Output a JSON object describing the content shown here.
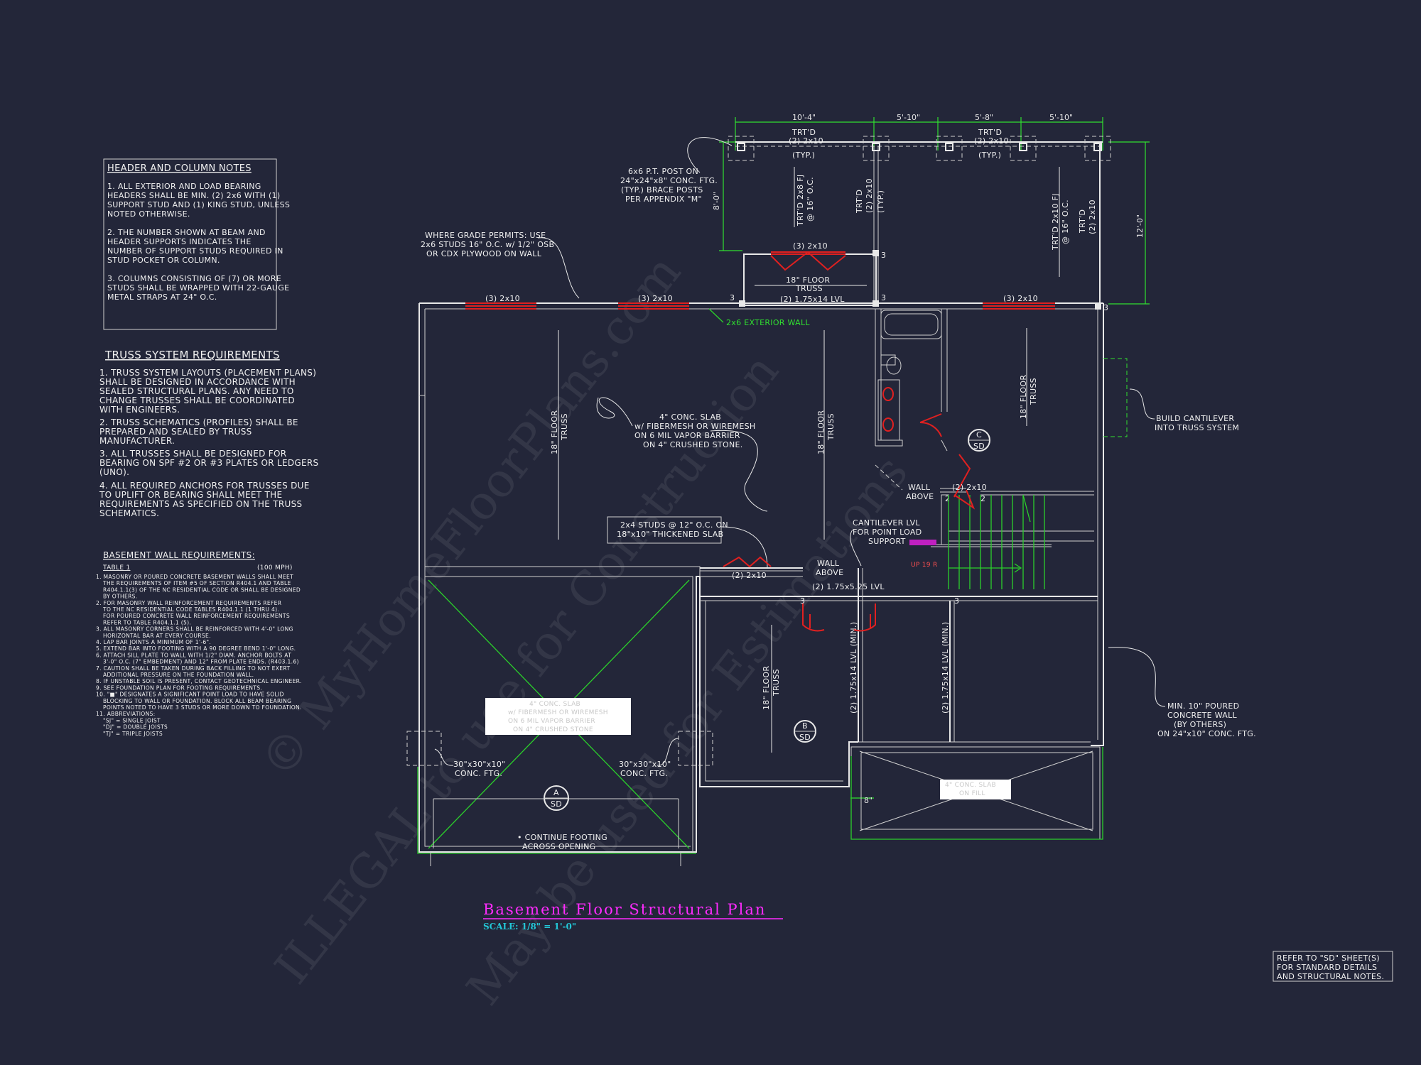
{
  "header_notes": {
    "title": "HEADER AND COLUMN NOTES",
    "items": [
      [
        "1. ALL EXTERIOR AND LOAD BEARING",
        "HEADERS SHALL BE MIN. (2) 2x6 WITH (1)",
        "SUPPORT STUD AND (1) KING STUD, UNLESS",
        "NOTED OTHERWISE."
      ],
      [
        "2. THE NUMBER SHOWN AT BEAM AND",
        "HEADER SUPPORTS INDICATES THE",
        "NUMBER OF SUPPORT STUDS REQUIRED IN",
        "STUD POCKET OR COLUMN."
      ],
      [
        "3. COLUMNS CONSISTING OF (7) OR MORE",
        "STUDS SHALL BE WRAPPED WITH 22-GAUGE",
        "METAL STRAPS AT 24\" O.C."
      ]
    ]
  },
  "truss_notes": {
    "title": "TRUSS SYSTEM REQUIREMENTS",
    "items": [
      [
        "1. TRUSS SYSTEM LAYOUTS (PLACEMENT PLANS)",
        "SHALL BE DESIGNED IN ACCORDANCE WITH",
        "SEALED STRUCTURAL PLANS. ANY NEED TO",
        "CHANGE TRUSSES SHALL BE COORDINATED",
        "WITH ENGINEERS."
      ],
      [
        "2. TRUSS SCHEMATICS (PROFILES) SHALL BE",
        "PREPARED AND SEALED BY TRUSS",
        "MANUFACTURER."
      ],
      [
        "3. ALL TRUSSES SHALL BE DESIGNED FOR",
        "BEARING ON SPF #2 OR #3 PLATES OR LEDGERS",
        "(UNO)."
      ],
      [
        "4. ALL REQUIRED ANCHORS FOR TRUSSES DUE",
        "TO UPLIFT OR BEARING SHALL MEET THE",
        "REQUIREMENTS AS SPECIFIED ON THE TRUSS",
        "SCHEMATICS."
      ]
    ]
  },
  "basement_notes": {
    "title": "BASEMENT WALL REQUIREMENTS:",
    "table_label": "TABLE 1",
    "wind": "(100 MPH)",
    "lines": [
      "1. MASONRY OR POURED CONCRETE BASEMENT WALLS SHALL MEET",
      "THE REQUIREMENTS OF ITEM #5 OF SECTION R404.1 AND TABLE",
      "R404.1.1(3) OF THE NC RESIDENTIAL CODE OR SHALL BE DESIGNED",
      "BY OTHERS.",
      "2. FOR MASONRY WALL REINFORCEMENT REQUIREMENTS REFER",
      "TO THE NC RESIDENTIAL CODE TABLES R404.1.1 (1 THRU 4).",
      "FOR POURED CONCRETE WALL REINFORCEMENT REQUIREMENTS",
      "REFER TO TABLE R404.1.1 (5).",
      "3. ALL MASONRY CORNERS SHALL BE REINFORCED WITH 4'-0\" LONG",
      "HORIZONTAL BAR AT EVERY COURSE.",
      "4. LAP BAR JOINTS A MINIMUM OF 1'-6\".",
      "5. EXTEND BAR INTO FOOTING WITH A 90 DEGREE BEND 1'-0\" LONG.",
      "6. ATTACH SILL PLATE TO WALL WITH 1/2\" DIAM. ANCHOR BOLTS AT",
      "3'-0\" O.C. (7\" EMBEDMENT) AND 12\" FROM PLATE ENDS. (R403.1.6)",
      "7. CAUTION SHALL BE TAKEN DURING BACK FILLING TO NOT EXERT",
      "ADDITIONAL PRESSURE ON THE FOUNDATION WALL.",
      "8. IF UNSTABLE SOIL IS PRESENT, CONTACT GEOTECHNICAL ENGINEER.",
      "9. SEE FOUNDATION PLAN FOR FOOTING REQUIREMENTS.",
      "10. \"■\" DESIGNATES A SIGNIFICANT POINT LOAD TO HAVE SOLID",
      "BLOCKING TO WALL OR FOUNDATION. BLOCK ALL BEAM BEARING",
      "POINTS NOTED TO HAVE 3 STUDS OR MORE DOWN TO FOUNDATION.",
      "11. ABBREVIATIONS:",
      "\"SJ\" = SINGLE JOIST",
      "\"DJ\" = DOUBLE JOISTS",
      "\"TJ\" = TRIPLE JOISTS"
    ]
  },
  "plan_labels": {
    "dims_top": [
      "10'-4\"",
      "5'-10\"",
      "5'-8\"",
      "5'-10\""
    ],
    "dim_left": "8'-0\"",
    "dim_right": "12'-0\"",
    "dim_small": "8\"",
    "trtd_2x10_a": [
      "TRT'D",
      "(2) 2x10"
    ],
    "trtd_2x10_b": [
      "TRT'D",
      "(2) 2x10"
    ],
    "typ": "(TYP.)",
    "post_note": [
      "6x6 P.T. POST ON",
      "24\"x24\"x8\" CONC. FTG.",
      "(TYP.) BRACE POSTS",
      "PER APPENDIX \"M\""
    ],
    "grade_note": [
      "WHERE GRADE PERMITS: USE",
      "2x6 STUDS 16\" O.C. w/ 1/2\" OSB",
      "OR CDX PLYWOOD ON WALL"
    ],
    "header_3_2x10": "(3) 2x10",
    "lvl_175x14": "(2) 1.75x14 LVL",
    "floor_truss_18": [
      "18\" FLOOR",
      "TRUSS"
    ],
    "ext_wall": "2x6 EXTERIOR WALL",
    "trtd_fj_left": [
      "TRT'D 2x8 FJ",
      "@ 16\" O.C."
    ],
    "trtd_2x10_vert": [
      "TRT'D",
      "(2) 2x10",
      "(TYP.)"
    ],
    "trtd_fj_right": [
      "TRT'D 2x10 FJ",
      "@ 16\" O.C."
    ],
    "trtd_2x10_vert2": [
      "TRT'D",
      "(2) 2x10"
    ],
    "slab_note": [
      "4\" CONC. SLAB",
      "w/ FIBERMESH OR WIREMESH",
      "ON 6 MIL VAPOR BARRIER",
      "ON 4\" CRUSHED STONE."
    ],
    "cantilever_note": [
      "BUILD CANTILEVER",
      "INTO TRUSS SYSTEM"
    ],
    "wall_above": [
      "WALL",
      "ABOVE"
    ],
    "header_2_2x10": "(2) 2x10",
    "studs_note": [
      "2x4 STUDS @ 12\" O.C. ON",
      "18\"x10\" THICKENED SLAB"
    ],
    "cant_lvl": [
      "CANTILEVER LVL",
      "FOR POINT LOAD",
      "SUPPORT"
    ],
    "up_stairs": "UP 19 R",
    "lvl_horiz": "(2) 1.75x5.25 LVL",
    "lvl_min_a": "(2) 1.75x14 LVL (MIN.)",
    "lvl_min_b": "(2) 1.75x14 LVL (MIN.)",
    "foundation_note": [
      "MIN. 10\" POURED",
      "CONCRETE WALL",
      "(BY OTHERS)",
      "ON 24\"x10\" CONC. FTG."
    ],
    "garage_slab": [
      "4\" CONC. SLAB",
      "w/ FIBERMESH OR WIREMESH",
      "ON 6 MIL VAPOR BARRIER",
      "ON 4\" CRUSHED STONE"
    ],
    "conc_ftg": [
      "30\"x30\"x10\"",
      "CONC. FTG."
    ],
    "continue_ftg": [
      "• CONTINUE FOOTING",
      "ACROSS OPENING"
    ],
    "porch_slab": [
      "4\" CONC. SLAB",
      "ON FILL"
    ],
    "sections": [
      {
        "letter": "A",
        "sheet": "SD"
      },
      {
        "letter": "B",
        "sheet": "SD"
      },
      {
        "letter": "C",
        "sheet": "SD"
      }
    ],
    "stud_counts": [
      "3",
      "3",
      "3",
      "2",
      "2",
      "3",
      "3",
      "3"
    ]
  },
  "title_block": {
    "title": "Basement Floor Structural Plan",
    "scale": "SCALE: 1/8\" = 1'-0\""
  },
  "refer_note": [
    "REFER TO \"SD\" SHEET(S)",
    "FOR STANDARD DETAILS",
    "AND STRUCTURAL NOTES."
  ],
  "watermark": [
    "© MyHomeFloorPlans.com",
    "ILLEGAL to use for Construction",
    "May be used for Estimations"
  ],
  "colors": {
    "background": "#232639",
    "line": "#e8e8e8",
    "header_red": "#e02020",
    "dimension_green": "#30e030",
    "title_magenta": "#ff2bff",
    "scale_cyan": "#23c6d6"
  }
}
